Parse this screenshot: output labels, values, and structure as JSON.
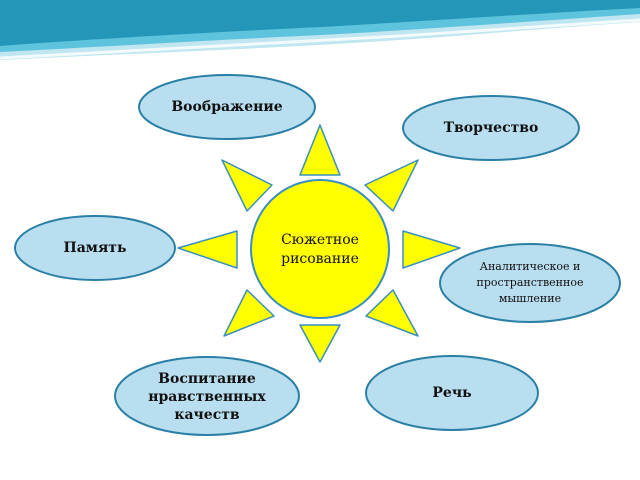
{
  "colors": {
    "wave_light": "#bfe6f1",
    "wave_mid": "#5ec3dc",
    "wave_dark": "#1a8fb3",
    "ellipse_fill": "#b8deef",
    "ellipse_stroke": "#2a7fa5",
    "sun_fill": "#ffff00",
    "sun_stroke": "#3a8fc0"
  },
  "center": {
    "text": "Сюжетное\nрисование"
  },
  "nodes": {
    "imagination": "Воображение",
    "creativity": "Творчество",
    "memory": "Память",
    "analytical": "Аналитическое и\nпространственное\nмышление",
    "moral": "Воспитание\nнравственных\nкачеств",
    "speech": "Речь"
  }
}
